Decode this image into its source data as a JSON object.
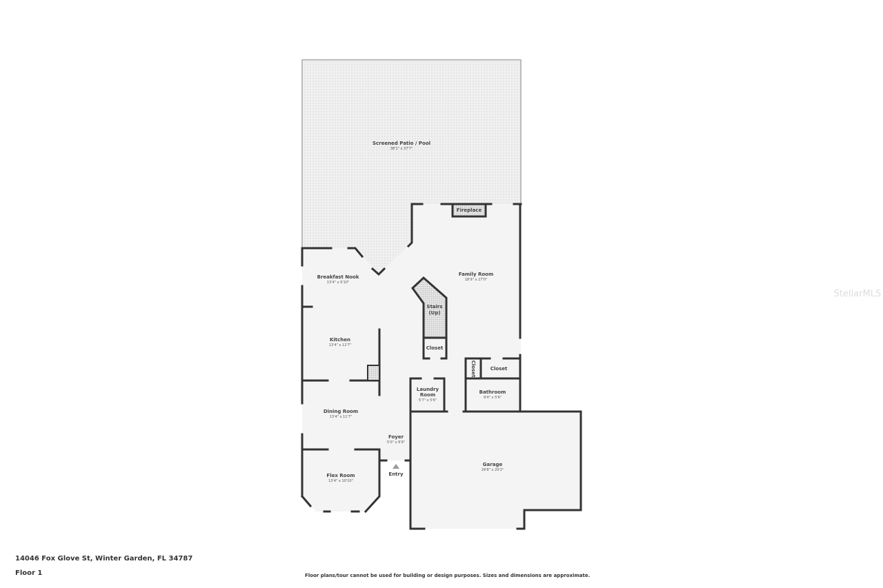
{
  "watermark": "StellarMLS",
  "address": "14046 Fox Glove St, Winter Garden, FL 34787",
  "floor": "Floor 1",
  "disclaimer": "Floor plans/tour cannot be used for building or design purposes. Sizes and dimensions are approximate.",
  "rooms": {
    "patio": {
      "name": "Screened Patio / Pool",
      "dim": "38'1\" x 37'7\""
    },
    "fireplace": {
      "name": "Fireplace"
    },
    "nook": {
      "name": "Breakfast Nook",
      "dim": "13'4\" x 9'10\""
    },
    "family": {
      "name": "Family Room",
      "dim": "18'9\" x 27'0\""
    },
    "stairs": {
      "name": "Stairs",
      "sub": "(Up)"
    },
    "closet1": {
      "name": "Closet"
    },
    "closet2": {
      "name": "Closet"
    },
    "closet3": {
      "name": "Closet"
    },
    "kitchen": {
      "name": "Kitchen",
      "dim": "13'4\" x 12'7\""
    },
    "laundry": {
      "name": "Laundry",
      "sub": "Room",
      "dim": "5'7\" x 5'6\""
    },
    "bathroom": {
      "name": "Bathroom",
      "dim": "9'4\" x 5'6\""
    },
    "dining": {
      "name": "Dining Room",
      "dim": "13'4\" x 11'7\""
    },
    "foyer": {
      "name": "Foyer",
      "dim": "5'0\" x 6'9\""
    },
    "garage": {
      "name": "Garage",
      "dim": "29'8\" x 20'2\""
    },
    "flex": {
      "name": "Flex Room",
      "dim": "13'4\" x 10'10\""
    },
    "entry": {
      "name": "Entry"
    }
  }
}
